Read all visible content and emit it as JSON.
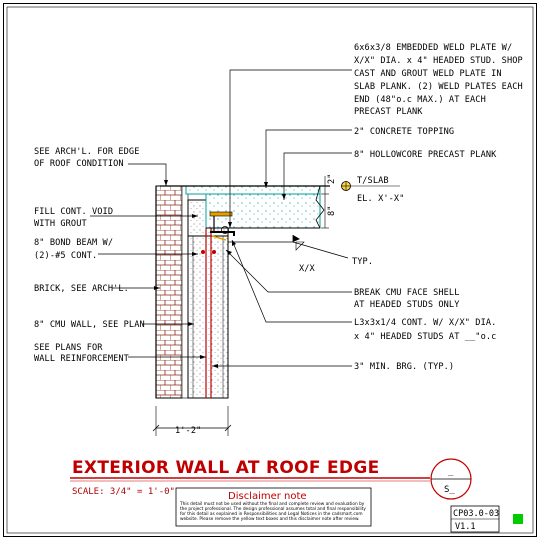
{
  "notes": {
    "weld_plate": [
      "6x6x3/8 EMBEDDED WELD PLATE W/",
      "X/X\" DIA. x 4\" HEADED STUD. SHOP",
      "CAST AND GROUT WELD PLATE IN",
      "SLAB PLANK. (2) WELD PLATES EACH",
      "END (48\"o.c MAX.) AT EACH",
      "PRECAST PLANK"
    ],
    "topping": "2\" CONCRETE TOPPING",
    "hollowcore": "8\" HOLLOWCORE PRECAST PLANK",
    "arch_edge": [
      "SEE ARCH'L. FOR EDGE",
      "OF ROOF CONDITION"
    ],
    "fill_void": [
      "FILL CONT. VOID",
      "WITH GROUT"
    ],
    "bond_beam": [
      "8\" BOND BEAM W/",
      "(2)-#5 CONT."
    ],
    "brick": "BRICK, SEE ARCH'L.",
    "cmu_wall": "8\" CMU WALL, SEE PLAN",
    "plans": [
      "SEE PLANS FOR",
      "WALL REINFORCEMENT"
    ],
    "break_cmu": [
      "BREAK CMU FACE SHELL",
      "AT HEADED STUDS ONLY"
    ],
    "angle": [
      "L3x3x1/4 CONT. W/ X/X\" DIA.",
      "x 4\" HEADED STUDS AT __\"o.c"
    ],
    "bearing": "3\" MIN. BRG. (TYP.)",
    "tslab": "T/SLAB",
    "elev": "EL. X'-X\"",
    "typ": "TYP.",
    "weld_size": "X/X",
    "dim_2in": "2\"",
    "dim_8in": "8\"",
    "dim_width": "1'-2\""
  },
  "title": "EXTERIOR WALL AT ROOF EDGE",
  "scale": "SCALE:  3/4\" = 1'-0\"",
  "disclaimer": {
    "heading": "Disclaimer note",
    "lines": [
      "This detail must not be used without the final and complete review and evaluation by",
      "the project professional. The design professional assumes total and final responsibility",
      "for this detail as explained in Responsibilities and Legal Notices in the cadsmart.com",
      "website. Please remove the yellow text boxes and this disclaimer note after review."
    ]
  },
  "detail_symbol": {
    "top": "_",
    "bottom": "S_"
  },
  "sheet_number": "CP03.0-03",
  "version": "V1.1",
  "colors": {
    "title": "#c00000",
    "leader": "#000000",
    "rebar": "#c00000",
    "concrete": "#00aaaa",
    "weld": "#e0a000",
    "status": "#00cc00"
  }
}
